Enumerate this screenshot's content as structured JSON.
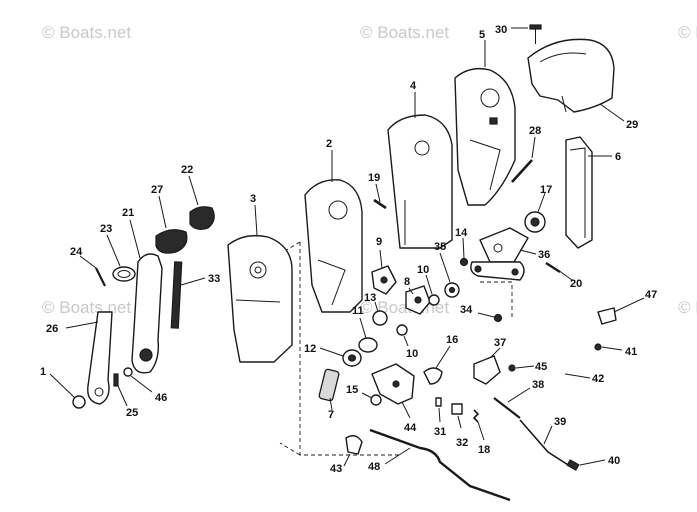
{
  "watermark": {
    "text": "© Boats.net",
    "color": "#c9c9c9"
  },
  "diagram": {
    "line_color": "#1a1a1a",
    "callouts": [
      {
        "id": "c1",
        "label": "1"
      },
      {
        "id": "c2",
        "label": "2"
      },
      {
        "id": "c3",
        "label": "3"
      },
      {
        "id": "c4",
        "label": "4"
      },
      {
        "id": "c5",
        "label": "5"
      },
      {
        "id": "c6",
        "label": "6"
      },
      {
        "id": "c7",
        "label": "7"
      },
      {
        "id": "c8",
        "label": "8"
      },
      {
        "id": "c9",
        "label": "9"
      },
      {
        "id": "c10a",
        "label": "10"
      },
      {
        "id": "c10b",
        "label": "10"
      },
      {
        "id": "c11",
        "label": "11"
      },
      {
        "id": "c12",
        "label": "12"
      },
      {
        "id": "c13",
        "label": "13"
      },
      {
        "id": "c14",
        "label": "14"
      },
      {
        "id": "c15",
        "label": "15"
      },
      {
        "id": "c16",
        "label": "16"
      },
      {
        "id": "c17",
        "label": "17"
      },
      {
        "id": "c18",
        "label": "18"
      },
      {
        "id": "c19",
        "label": "19"
      },
      {
        "id": "c20",
        "label": "20"
      },
      {
        "id": "c21",
        "label": "21"
      },
      {
        "id": "c22",
        "label": "22"
      },
      {
        "id": "c23",
        "label": "23"
      },
      {
        "id": "c24",
        "label": "24"
      },
      {
        "id": "c25",
        "label": "25"
      },
      {
        "id": "c26",
        "label": "26"
      },
      {
        "id": "c27",
        "label": "27"
      },
      {
        "id": "c28",
        "label": "28"
      },
      {
        "id": "c29",
        "label": "29"
      },
      {
        "id": "c30",
        "label": "30"
      },
      {
        "id": "c31",
        "label": "31"
      },
      {
        "id": "c32",
        "label": "32"
      },
      {
        "id": "c33",
        "label": "33"
      },
      {
        "id": "c34",
        "label": "34"
      },
      {
        "id": "c35",
        "label": "35"
      },
      {
        "id": "c36",
        "label": "36"
      },
      {
        "id": "c37",
        "label": "37"
      },
      {
        "id": "c38",
        "label": "38"
      },
      {
        "id": "c39",
        "label": "39"
      },
      {
        "id": "c40",
        "label": "40"
      },
      {
        "id": "c41",
        "label": "41"
      },
      {
        "id": "c42",
        "label": "42"
      },
      {
        "id": "c43",
        "label": "43"
      },
      {
        "id": "c44",
        "label": "44"
      },
      {
        "id": "c45",
        "label": "45"
      },
      {
        "id": "c46",
        "label": "46"
      },
      {
        "id": "c47",
        "label": "47"
      },
      {
        "id": "c48",
        "label": "48"
      }
    ]
  }
}
